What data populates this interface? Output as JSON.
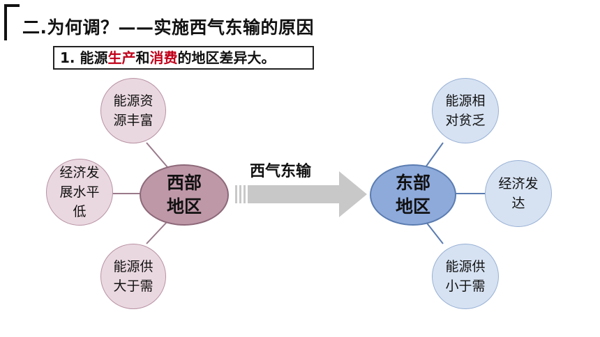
{
  "header": {
    "title": "二.为何调？——实施西气东输的原因",
    "point": {
      "prefix": "1. 能源",
      "highlight1": "生产",
      "middle": "和",
      "highlight2": "消费",
      "suffix": "的地区差异大。"
    }
  },
  "diagram": {
    "arrow_label": "西气东输",
    "west": {
      "hub": "西部地区",
      "bubbles": [
        "能源资源丰富",
        "经济发展水平低",
        "能源供大于需"
      ]
    },
    "east": {
      "hub": "东部地区",
      "bubbles": [
        "能源相对贫乏",
        "经济发达",
        "能源供小于需"
      ]
    },
    "colors": {
      "west_hub": "#bf98a8",
      "west_bubble": "#ead8e0",
      "east_hub": "#8eaadb",
      "east_bubble": "#d6e2f2",
      "highlight": "#c0001a",
      "arrow": "#c8c8c8"
    }
  }
}
